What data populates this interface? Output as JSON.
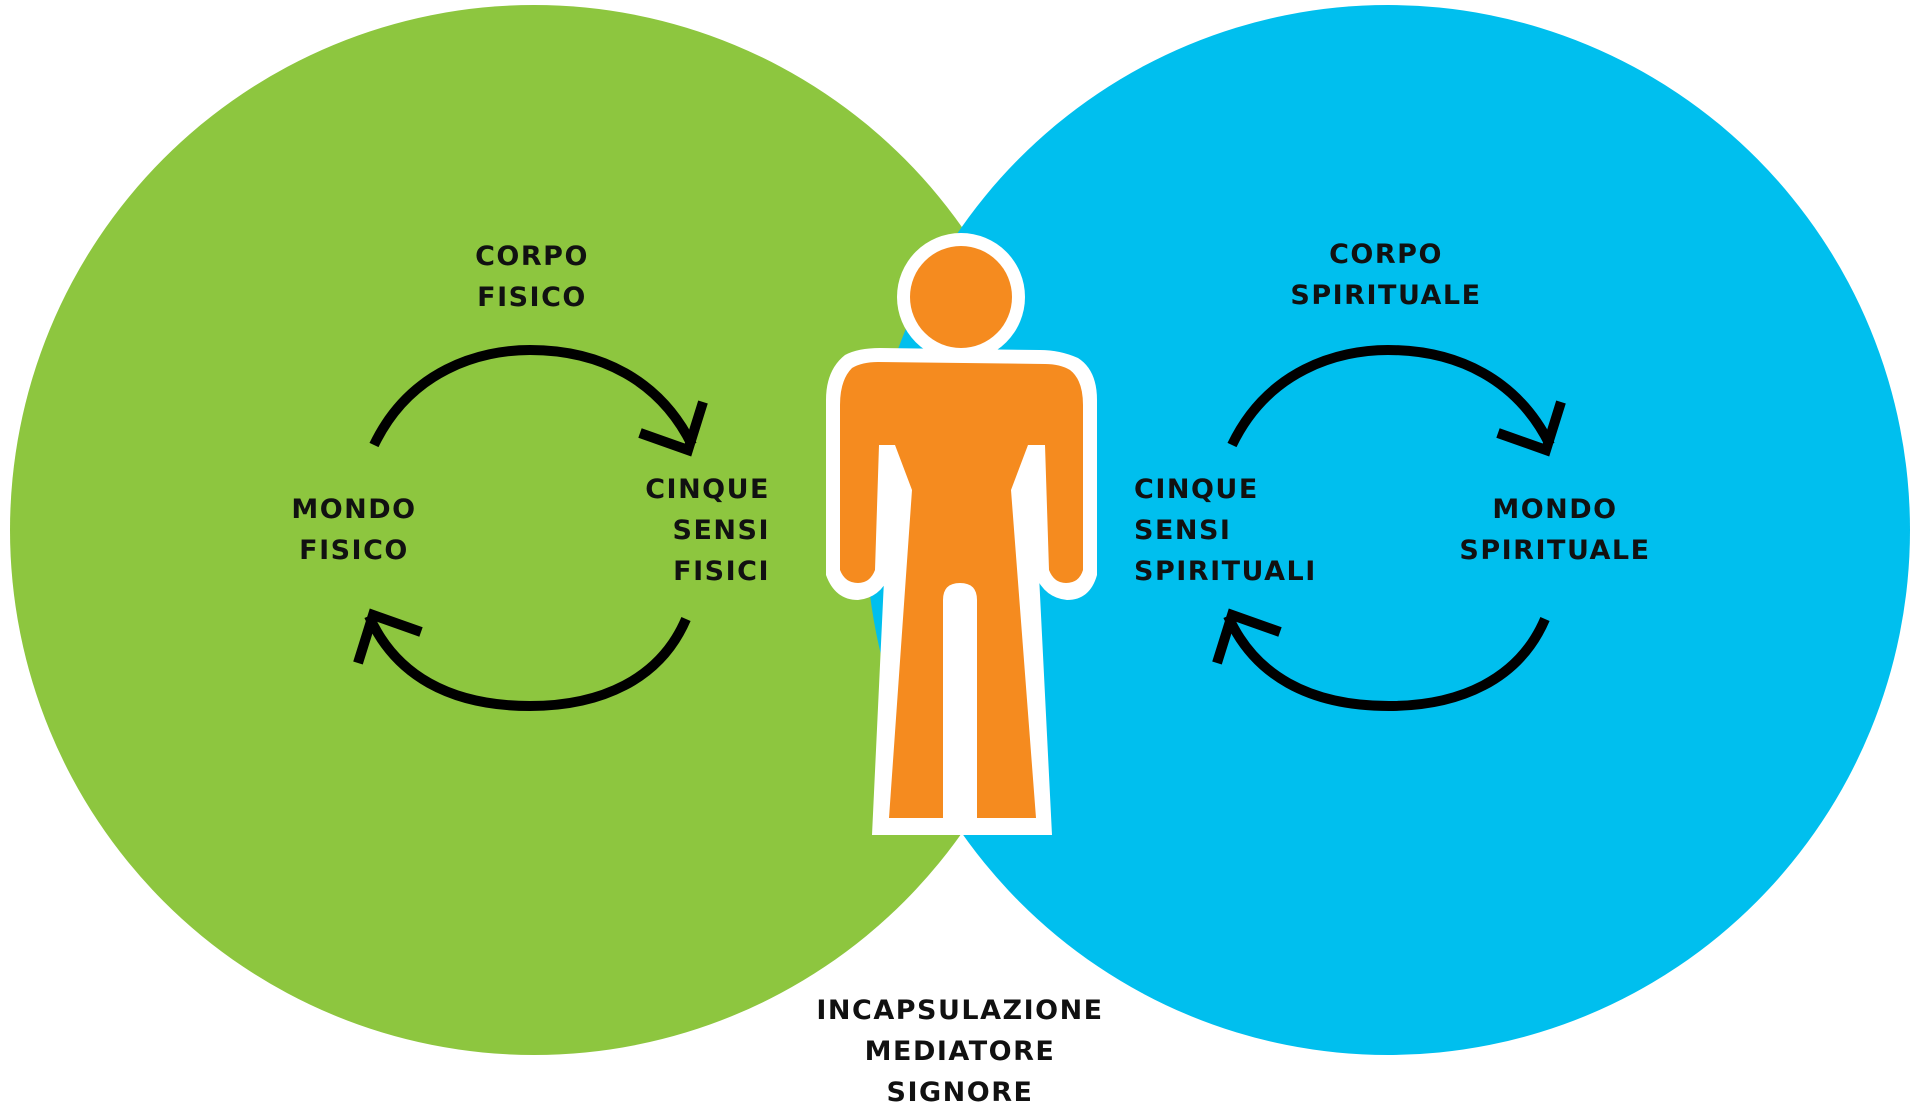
{
  "colors": {
    "physical": "#8dc63f",
    "spiritual": "#00bfee",
    "person_fill": "#f58b1f",
    "person_outline": "#ffffff",
    "arrow": "#000000",
    "text": "#111111"
  },
  "physical": {
    "top_label": [
      "CORPO",
      "FISICO"
    ],
    "world_label": [
      "MONDO",
      "FISICO"
    ],
    "senses_label": [
      "CINQUE",
      "SENSI",
      "FISICI"
    ]
  },
  "spiritual": {
    "top_label": [
      "CORPO",
      "SPIRITUALE"
    ],
    "senses_label": [
      "CINQUE",
      "SENSI",
      "SPIRITUALI"
    ],
    "world_label": [
      "MONDO",
      "SPIRITUALE"
    ]
  },
  "bottom_label": [
    "INCAPSULAZIONE",
    "MEDIATORE",
    "SIGNORE"
  ],
  "icons": {
    "person": "person-icon",
    "cycle_arrows": "cycle-arrow-icon"
  }
}
